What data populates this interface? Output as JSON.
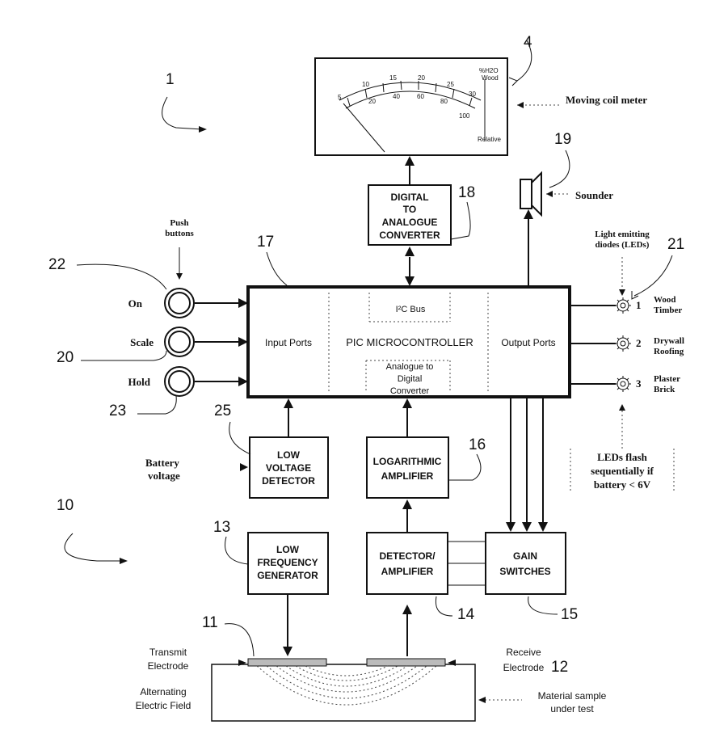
{
  "meter": {
    "title": "Moving coil meter",
    "scale_top": [
      "5",
      "10",
      "15",
      "20",
      "25",
      "30"
    ],
    "scale_bottom": [
      "20",
      "40",
      "60",
      "80",
      "100"
    ],
    "unit_top": "%H2O",
    "unit_top2": "Wood",
    "unit_bottom": "Relative"
  },
  "sounder": {
    "label": "Sounder"
  },
  "push_buttons": {
    "title1": "Push",
    "title2": "buttons",
    "on": "On",
    "scale": "Scale",
    "hold": "Hold"
  },
  "blocks": {
    "dac": [
      "DIGITAL",
      "TO",
      "ANALOGUE",
      "CONVERTER"
    ],
    "pic_main": "PIC MICROCONTROLLER",
    "input_ports": "Input Ports",
    "output_ports": "Output Ports",
    "i2c_bus": "I²C Bus",
    "adc": [
      "Analogue to",
      "Digital",
      "Converter"
    ],
    "low_voltage": [
      "LOW",
      "VOLTAGE",
      "DETECTOR"
    ],
    "log_amp": [
      "LOGARITHMIC",
      "AMPLIFIER"
    ],
    "lfg": [
      "LOW",
      "FREQUENCY",
      "GENERATOR"
    ],
    "det_amp": [
      "DETECTOR/",
      "AMPLIFIER"
    ],
    "gain": [
      "GAIN",
      "SWITCHES"
    ]
  },
  "leds": {
    "title1": "Light emitting",
    "title2": "diodes (LEDs)",
    "items": [
      {
        "num": "1",
        "line1": "Wood",
        "line2": "Timber"
      },
      {
        "num": "2",
        "line1": "Drywall",
        "line2": "Roofing"
      },
      {
        "num": "3",
        "line1": "Plaster",
        "line2": "Brick"
      }
    ],
    "flash_note": [
      "LEDs flash",
      "sequentially if",
      "battery < 6V"
    ]
  },
  "battery": [
    "Battery",
    "voltage"
  ],
  "electrodes": {
    "transmit": [
      "Transmit",
      "Electrode"
    ],
    "receive": [
      "Receive",
      "Electrode"
    ],
    "field": [
      "Alternating",
      "Electric Field"
    ],
    "sample": [
      "Material sample",
      "under test"
    ]
  },
  "refs": {
    "r1": "1",
    "r10": "10",
    "r11": "11",
    "r12": "12",
    "r13": "13",
    "r14": "14",
    "r15": "15",
    "r16": "16",
    "r17": "17",
    "r18": "18",
    "r19": "19",
    "r20": "20",
    "r21": "21",
    "r22": "22",
    "r23": "23",
    "r25": "25",
    "r4": "4"
  }
}
